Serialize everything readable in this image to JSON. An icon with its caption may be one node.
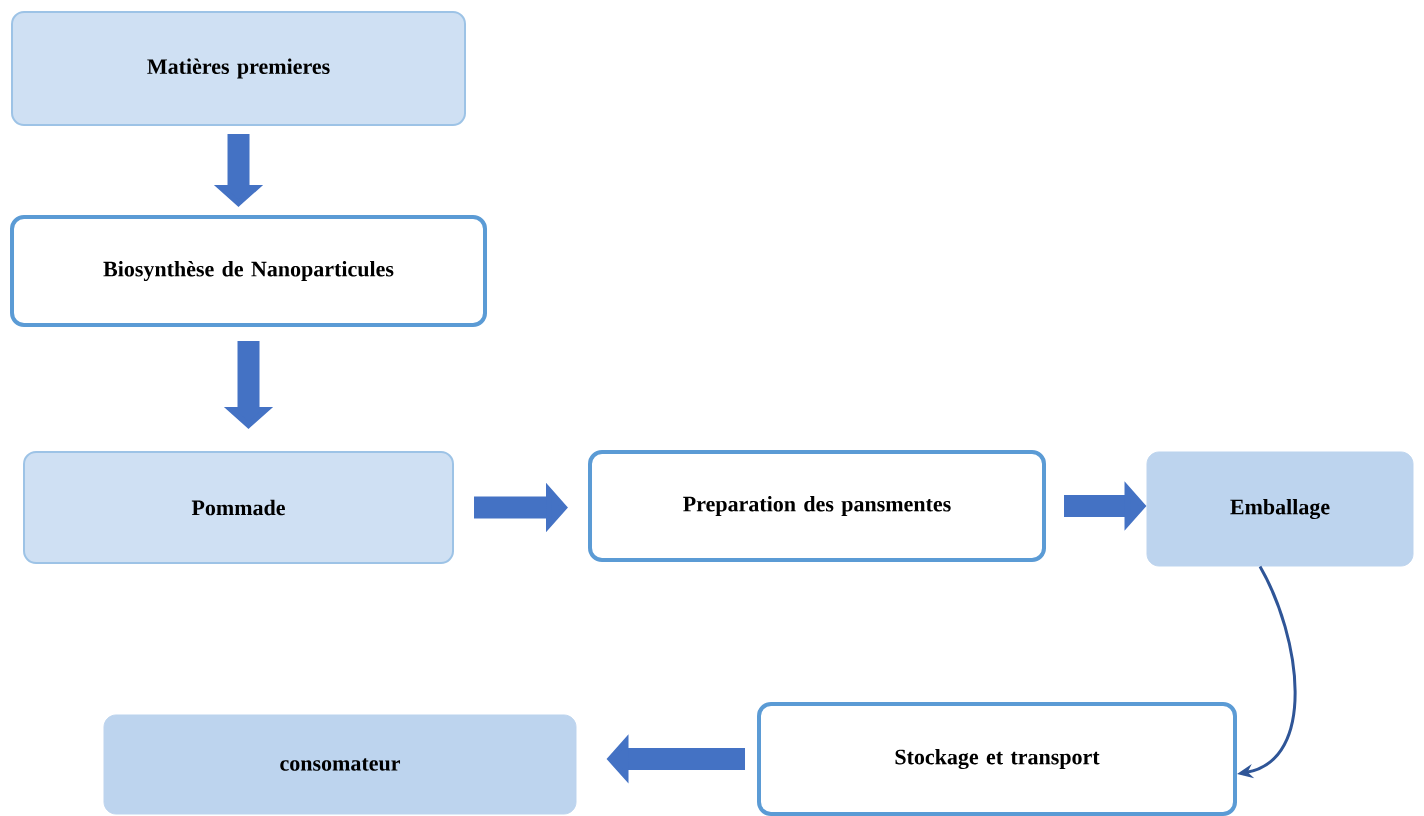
{
  "diagram": {
    "nodes": [
      {
        "text": [
          "Matières premieres"
        ]
      },
      {
        "text": [
          "Biosynthèse de Nanoparticules"
        ]
      },
      {
        "text": [
          "Pommade"
        ]
      },
      {
        "text": [
          "Preparation des pansmentes"
        ]
      },
      {
        "text": [
          "Emballage"
        ]
      },
      {
        "text": [
          "Stockage et  transport"
        ]
      },
      {
        "text": [
          "consomateur"
        ]
      }
    ],
    "edges": [
      {
        "from": 0,
        "to": 1,
        "arrow": "to"
      },
      {
        "from": 1,
        "to": 2,
        "arrow": "to"
      },
      {
        "from": 2,
        "to": 3,
        "arrow": "to"
      },
      {
        "from": 3,
        "to": 4,
        "arrow": "to"
      },
      {
        "from": 4,
        "to": 5,
        "arrow": "to"
      },
      {
        "from": 5,
        "to": 6,
        "arrow": "to"
      }
    ]
  }
}
